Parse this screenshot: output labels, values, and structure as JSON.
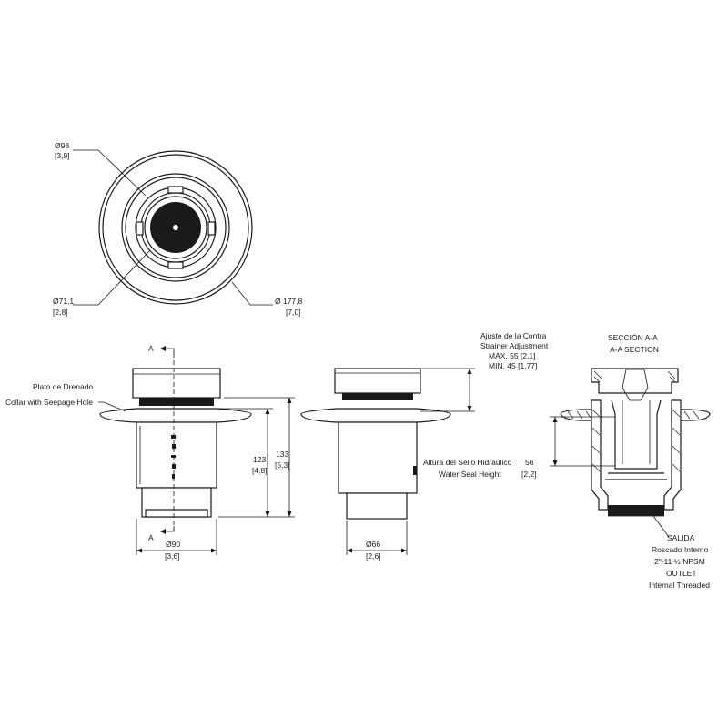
{
  "top_view": {
    "dim_98": {
      "value": "Ø98",
      "sub": "[3,9]"
    },
    "dim_71": {
      "value": "Ø71,1",
      "sub": "[2,8]"
    },
    "dim_177": {
      "value": "Ø 177,8",
      "sub": "[7,0]"
    }
  },
  "front_view": {
    "section_mark": "A",
    "collar_label_es": "Plato de Drenado",
    "collar_label_en": "Collar with Seepage Hole",
    "dim_123": {
      "value": "123",
      "sub": "[4,8]"
    },
    "dim_133": {
      "value": "133",
      "sub": "[5,3]"
    },
    "dim_90": {
      "value": "Ø90",
      "sub": "[3,6]"
    }
  },
  "side_view": {
    "adjust_line1": "Ajuste de la Contra",
    "adjust_line2": "Strainer Adjustment",
    "adjust_max": "MAX. 55 [2,1]",
    "adjust_min": "MIN. 45 [1,77]",
    "seal_es": "Altura del Sello Hidráulico",
    "seal_en": "Water Seal Height",
    "seal_value": "56",
    "seal_sub": "[2,2]",
    "dim_66": {
      "value": "Ø66",
      "sub": "[2,6]"
    }
  },
  "section_view": {
    "title_es": "SECCIÓN A-A",
    "title_en": "A-A SECTION",
    "outlet_lines": [
      "SALIDA",
      "Roscado Interno",
      "2\"-11 ½ NPSM",
      "OUTLET",
      "Internal Threaded"
    ]
  }
}
